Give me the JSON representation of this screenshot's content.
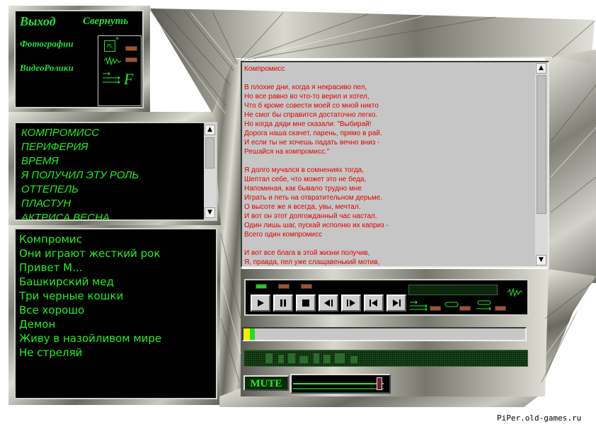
{
  "menu": {
    "exit": "Выход",
    "minimize": "Свернуть",
    "photos": "Фотографии",
    "videos": "ВидеоРолики",
    "pl_icon_label": "PL",
    "f_icon_label": "F"
  },
  "songs": [
    "КОМПРОМИСС",
    "ПЕРИФЕРИЯ",
    "ВРЕМЯ",
    "Я ПОЛУЧИЛ ЭТУ РОЛЬ",
    "ОТТЕПЕЛЬ",
    "ПЛАСТУН",
    "АКТРИСА ВЕСНА"
  ],
  "clips": [
    "Компромис",
    "Они играют жесткий рок",
    "Привет М...",
    "Башкирский мед",
    "Три черные кошки",
    "Все хорошо",
    "Демон",
    "Живу в назойливом мире",
    "Не стреляй"
  ],
  "lyrics": {
    "text": "Компромисс\n\nВ плохие дни, когда я некрасиво пел,\nНо все равно во что-то верил и хотел,\nЧто б кроме совести моей со мной никто\nНе смог бы справится достаточно легко.\nНо когда дяди мне сказали: \"Выбирай!\nДорога наша скачет, парень, прямо в рай.\nИ если ты не хочешь падать вечно вниз -\nРешайся на компромисс.\"\n\nЯ долго мучался в сомнениях тогда,\nШептал себе, что может это не беда,\nНапоминая, как бывало трудно мне\nИграть и петь на отвратительном дерьме.\nО высоте же я всегда, увы, мечтал.\nИ вот он этот долгожданный час настал.\nОдин лишь шаг, пускай исполню их каприз -\nВсего один компромисс\n\nИ вот все блага в этой жизни получив,\nЯ, правда, пел уже слащавенький мотив,"
  },
  "player": {
    "progress": 0.04,
    "volume": 0.97,
    "mute_label": "MUTE"
  },
  "colors": {
    "accent_green": "#22ee22",
    "lyrics_text": "#e00000",
    "led_green": "#22cc22",
    "led_brown": "#a0522d"
  },
  "watermark": "PiPer.old-games.ru"
}
